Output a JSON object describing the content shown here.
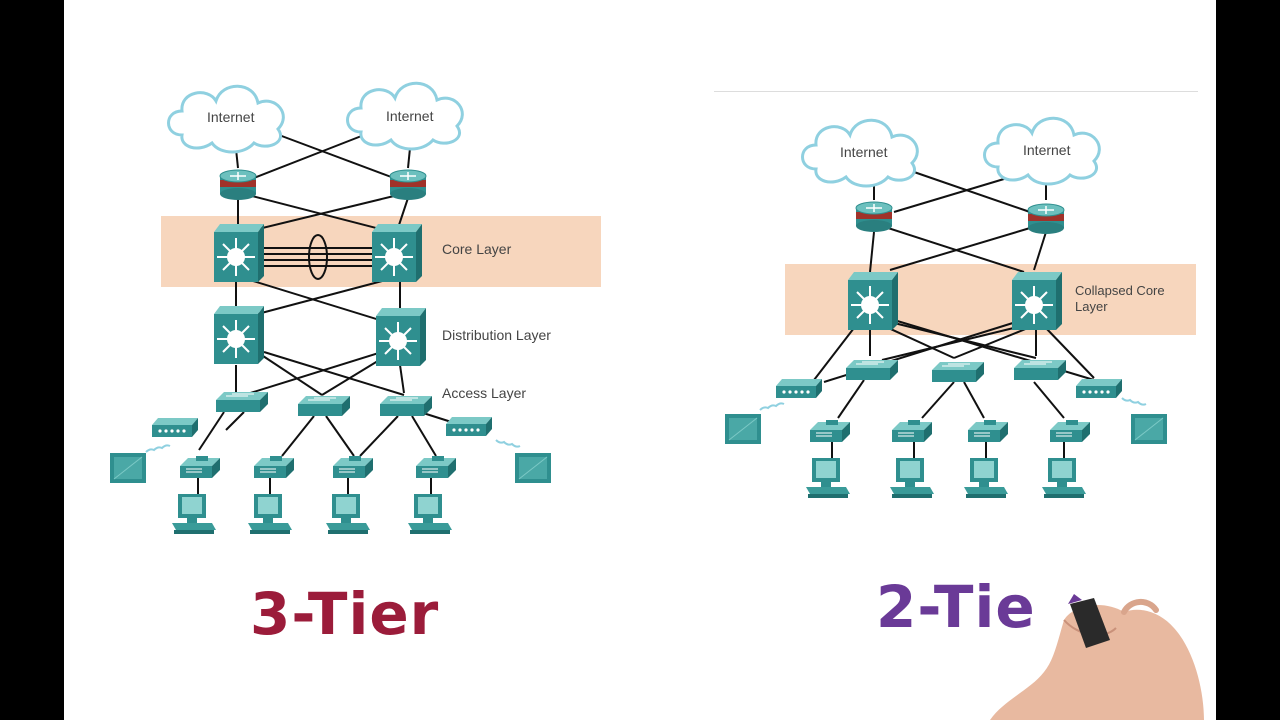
{
  "left_diagram": {
    "internet_left": "Internet",
    "internet_right": "Internet",
    "core_label": "Core Layer",
    "distribution_label": "Distribution Layer",
    "access_label": "Access Layer"
  },
  "right_diagram": {
    "internet_left": "Internet",
    "internet_right": "Internet",
    "collapsed_core_line1": "Collapsed Core",
    "collapsed_core_line2": "Layer"
  },
  "captions": {
    "left": "3-Tier",
    "right": "2-Tie"
  },
  "colors": {
    "band": "#f7d6bd",
    "device": "#2f8f8f",
    "device_light": "#5fb5b3",
    "left_caption": "#9b1c3a",
    "right_caption": "#6a3a97",
    "cloud_stroke": "#8fd0e0"
  }
}
